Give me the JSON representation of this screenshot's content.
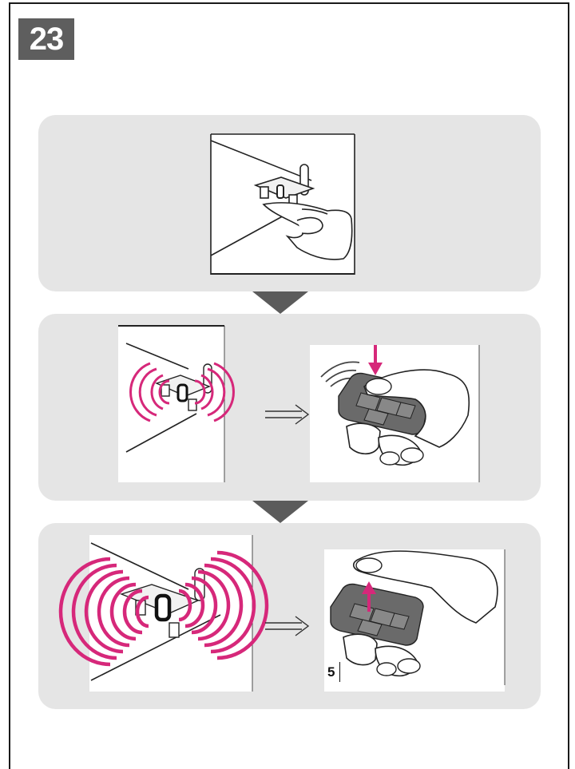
{
  "step": {
    "number": "23"
  },
  "result_box": {
    "label": "5"
  },
  "colors": {
    "panel": "#e5e5e5",
    "badge": "#5e5e5e",
    "signal": "#d6287a",
    "arrow": "#5b5b5b"
  },
  "icons": [
    "down-triangle-arrow",
    "double-line-right-arrow",
    "press-arrow",
    "release-arrow",
    "radio-waves",
    "remote-control",
    "hand"
  ]
}
